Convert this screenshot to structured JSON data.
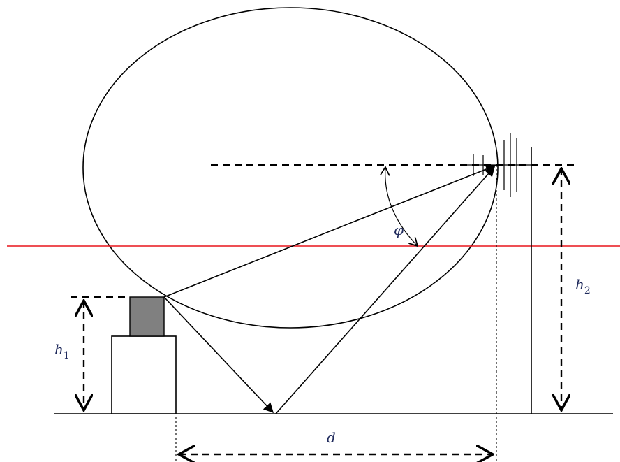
{
  "labels": {
    "h1": "h",
    "h1_sub": "1",
    "h2": "h",
    "h2_sub": "2",
    "d": "d",
    "phi": "φ"
  },
  "colors": {
    "ink": "#000000",
    "label": "#1f2a5c",
    "reference_line": "#e8151c",
    "tx_head": "#808080"
  }
}
